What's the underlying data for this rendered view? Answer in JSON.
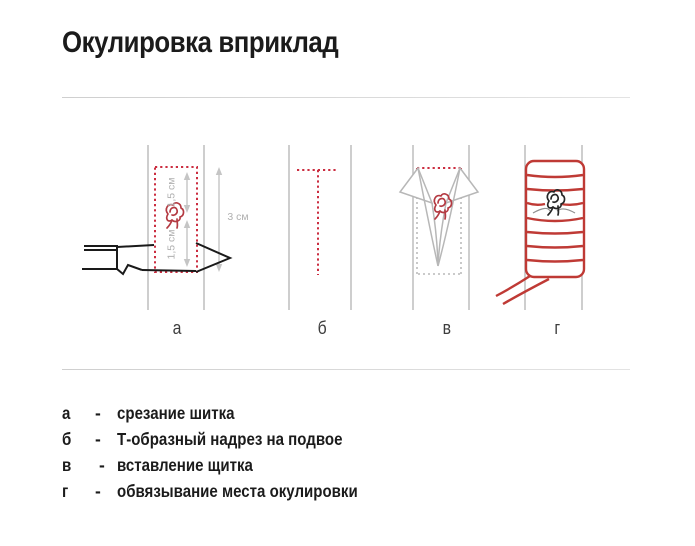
{
  "title": "Окулировка вприклад",
  "figure": {
    "steps": [
      {
        "label": "а"
      },
      {
        "label": "б"
      },
      {
        "label": "в"
      },
      {
        "label": "г"
      }
    ],
    "measurements": {
      "upper_segment": "1,5 см",
      "lower_segment": "1,5 см",
      "total": "3 см"
    },
    "icons": [
      "knife-icon",
      "bud-icon",
      "shield-cutout-outline",
      "t-cut-outline",
      "bark-flaps",
      "wrap-bands"
    ]
  },
  "legend": {
    "separator": "-",
    "items": [
      {
        "letter": "а",
        "text": "срезание шитка"
      },
      {
        "letter": "б",
        "text": "Т-образный надрез на подвое"
      },
      {
        "letter": "в",
        "text": "вставление щитка"
      },
      {
        "letter": "г",
        "text": "обвязывание места окулировки"
      }
    ]
  },
  "colors": {
    "accent_red": "#cb2d40",
    "wrap_red": "#bf3a35",
    "stem_gray": "#bdbdbd",
    "arrow_gray": "#c5c5c5",
    "dim_text_gray": "#b0b0b0",
    "text_dark": "#1b1b1b",
    "knife_black": "#1a1a1a"
  }
}
